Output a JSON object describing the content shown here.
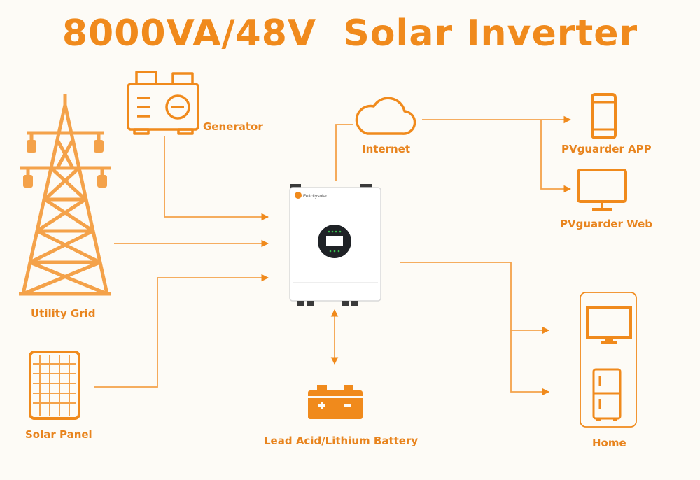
{
  "title": "8000VA/48V  Solar Inverter",
  "colors": {
    "accent": "#f08a1c",
    "line": "#f4a24a",
    "background": "#fdfbf6",
    "inverter_body": "#ffffff",
    "display": "#1f2226"
  },
  "nodes": {
    "generator": {
      "label": "Generator",
      "icon": "generator-icon"
    },
    "internet": {
      "label": "Internet",
      "icon": "cloud-icon"
    },
    "utility_grid": {
      "label": "Utility Grid",
      "icon": "power-tower-icon"
    },
    "solar_panel": {
      "label": "Solar Panel",
      "icon": "solar-panel-icon"
    },
    "battery": {
      "label": "Lead Acid/Lithium Battery",
      "icon": "battery-icon"
    },
    "app": {
      "label": "PVguarder  APP",
      "icon": "smartphone-icon"
    },
    "web": {
      "label": "PVguarder  Web",
      "icon": "monitor-icon"
    },
    "home": {
      "label": "Home",
      "icon": "home-appliances-icon"
    }
  },
  "inverter": {
    "brand": "Felicitysolar"
  }
}
